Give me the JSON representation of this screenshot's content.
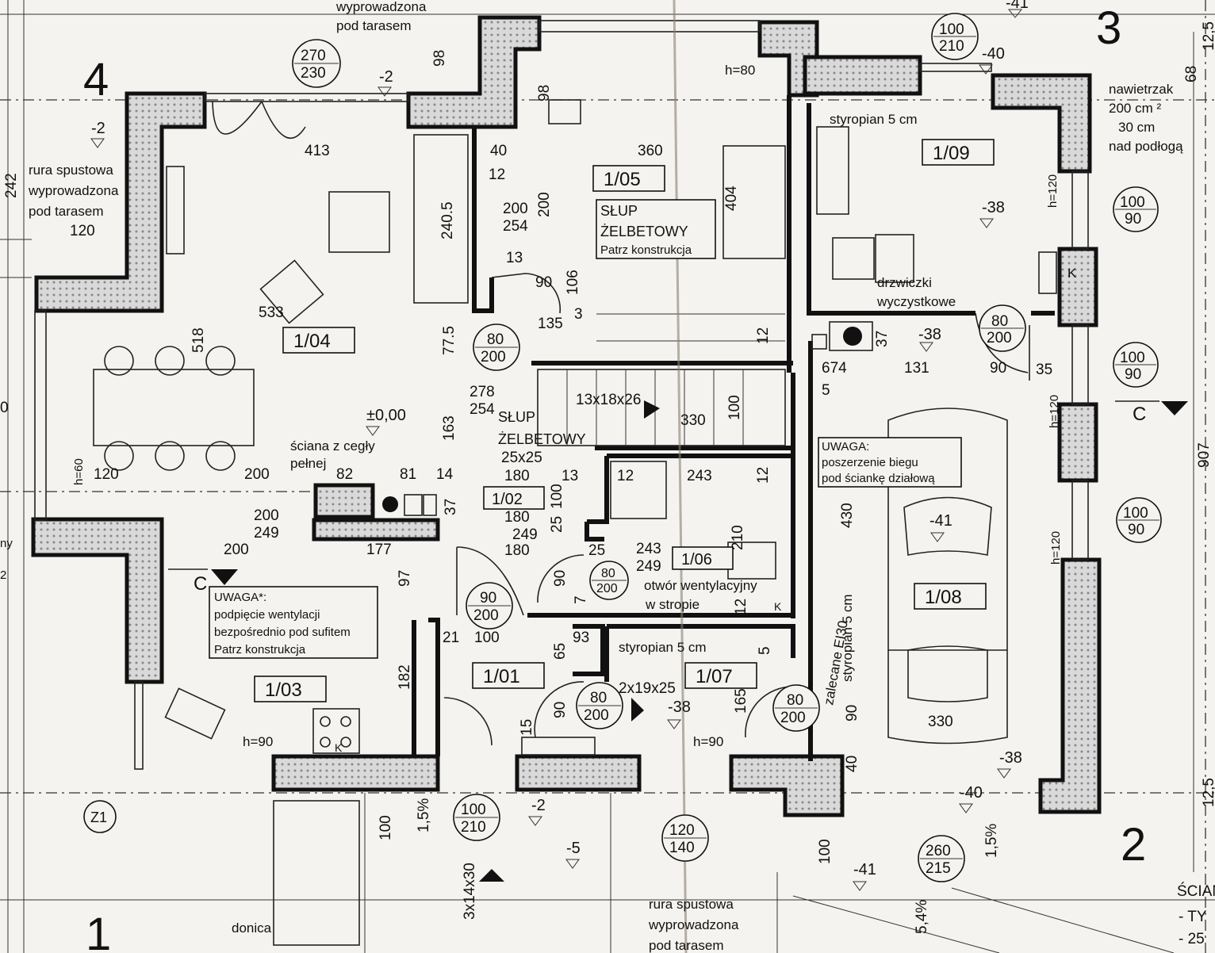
{
  "axes": [
    "4",
    "3",
    "1",
    "2"
  ],
  "rooms": [
    "1/04",
    "1/05",
    "1/09",
    "1/02",
    "1/06",
    "1/08",
    "1/03",
    "1/01",
    "1/07"
  ],
  "doors": [
    [
      "270",
      "230"
    ],
    [
      "100",
      "210"
    ],
    [
      "80",
      "200"
    ],
    [
      "100",
      "90"
    ],
    [
      "100",
      "90"
    ],
    [
      "100",
      "90"
    ],
    [
      "90",
      "200"
    ],
    [
      "80",
      "200"
    ],
    [
      "80",
      "200"
    ],
    [
      "80",
      "200"
    ],
    [
      "80",
      "200"
    ],
    [
      "100",
      "210"
    ],
    [
      "120",
      "140"
    ],
    [
      "260",
      "215"
    ]
  ],
  "levels": [
    "-2",
    "-2",
    "-40",
    "-41",
    "-38",
    "-38",
    "±0,00",
    "-41",
    "-38",
    "-38",
    "-40",
    "-2",
    "-5",
    "-41"
  ],
  "dimensions": [
    "413",
    "360",
    "533",
    "518",
    "242",
    "120",
    "98",
    "98",
    "40",
    "12",
    "240.5",
    "200",
    "254",
    "200",
    "404",
    "13",
    "90",
    "106",
    "135",
    "3",
    "77.5",
    "278",
    "254",
    "163",
    "13x18x26",
    "330",
    "100",
    "12",
    "37",
    "5",
    "674",
    "131",
    "90",
    "35",
    "12",
    "243",
    "12",
    "180",
    "180",
    "180",
    "249",
    "100",
    "25",
    "13",
    "120",
    "200",
    "82",
    "81",
    "14",
    "37",
    "200",
    "249",
    "200",
    "177",
    "97",
    "25",
    "243",
    "249",
    "210",
    "430",
    "90",
    "7",
    "12",
    "21",
    "100",
    "65",
    "93",
    "5",
    "182",
    "15",
    "2x19x25",
    "165",
    "90",
    "330",
    "90",
    "40",
    "100",
    "3x14x30",
    "100",
    "907",
    "68",
    "12,5",
    "12,5",
    "h=80",
    "h=120",
    "h=120",
    "h=120",
    "h=60",
    "h=90",
    "h=90",
    "1,5%",
    "1,5%",
    "5,4%",
    "25x25"
  ],
  "notes": [
    "wyprowadzona",
    "pod tarasem",
    "rura spustowa",
    "wyprowadzona",
    "pod tarasem",
    "SŁUP",
    "ŻELBETOWY",
    "Patrz konstrukcja",
    "styropian 5  cm",
    "nawietrzak",
    "200 cm ²",
    "30 cm",
    "nad podłogą",
    "drzwiczki",
    "wyczystkowe",
    "SŁUP",
    "ŻELBETOWY",
    "ściana z cegły",
    "pełnej",
    "UWAGA:",
    "poszerzenie biegu",
    "pod ściankę działową",
    "otwór wentylacyjny",
    "w stropie",
    "UWAGA*:",
    "podpięcie wentylacji",
    "bezpośrednio pod sufitem",
    "Patrz konstrukcja",
    "styropian 5  cm",
    "styropian 5  cm",
    "zalecane EI30",
    "K",
    "K",
    "K",
    "Z1",
    "donica",
    "rura spustowa",
    "wyprowadzona",
    "pod tarasem",
    "ŚCIAN",
    "- TY",
    "- 25",
    "ny",
    "2",
    "0"
  ],
  "sections": [
    "C",
    "C"
  ]
}
